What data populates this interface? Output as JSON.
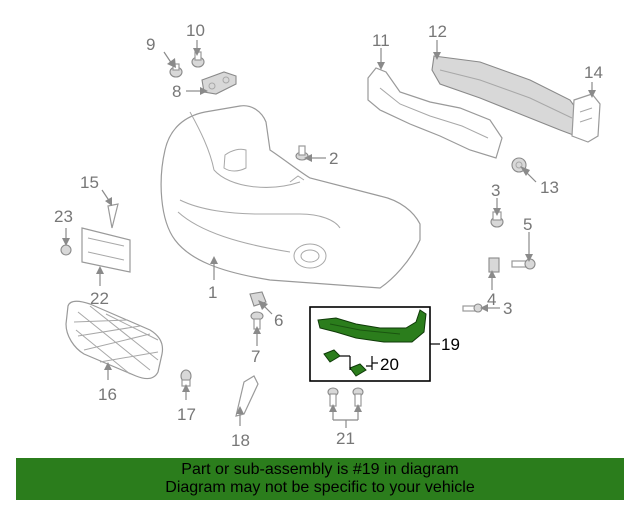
{
  "callouts": {
    "c1": "1",
    "c2": "2",
    "c3a": "3",
    "c3b": "3",
    "c4": "4",
    "c5": "5",
    "c6": "6",
    "c7": "7",
    "c8": "8",
    "c9": "9",
    "c10": "10",
    "c11": "11",
    "c12": "12",
    "c13": "13",
    "c14": "14",
    "c15": "15",
    "c16": "16",
    "c17": "17",
    "c18": "18",
    "c19": "19",
    "c20": "20",
    "c21": "21",
    "c22": "22",
    "c23": "23"
  },
  "highlight": {
    "color": "#2b7d1c",
    "part": "19"
  },
  "banner": {
    "line1": "Part or sub-assembly is #19 in diagram",
    "line2": "Diagram may not be specific to your vehicle"
  }
}
